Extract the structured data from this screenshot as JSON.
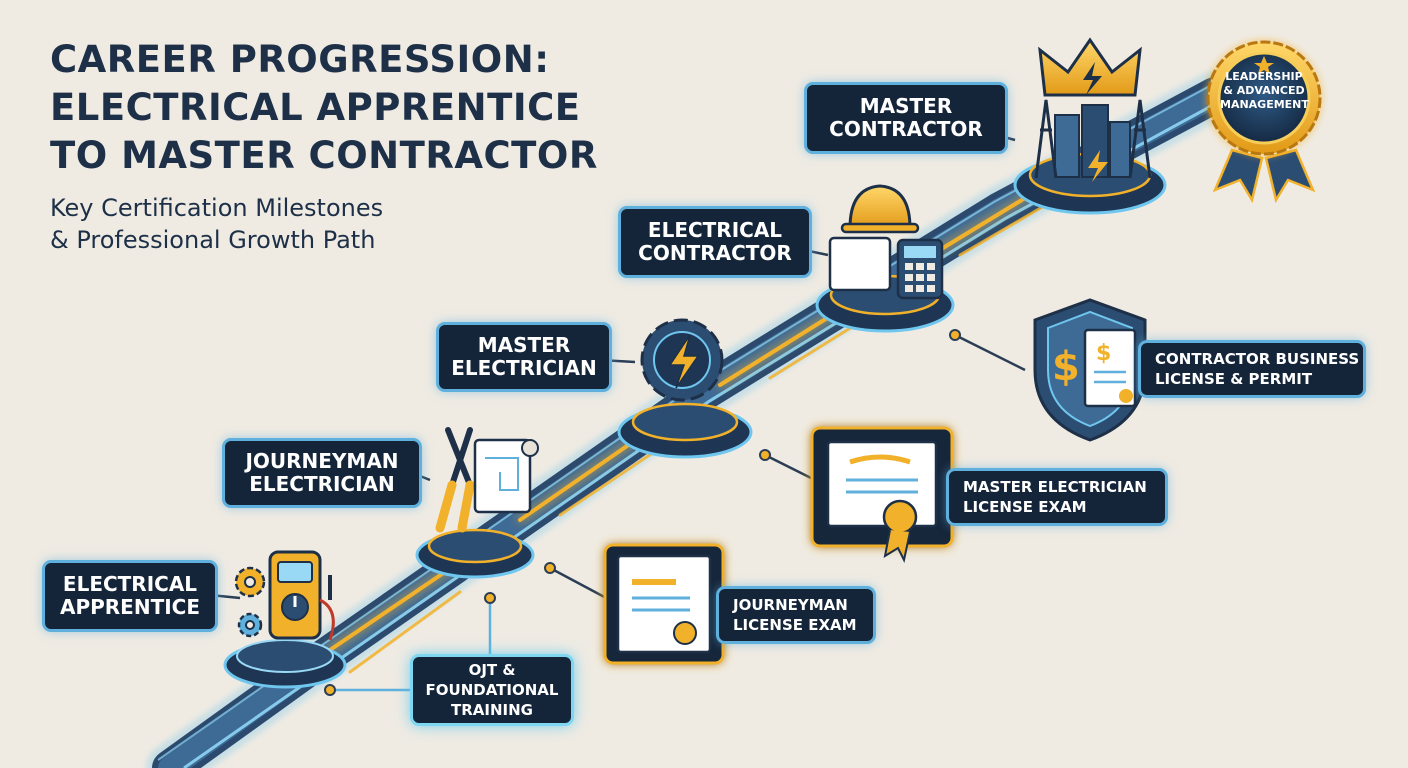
{
  "title": [
    "CAREER PROGRESSION:",
    "ELECTRICAL APPRENTICE",
    "TO MASTER CONTRACTOR"
  ],
  "subtitle": [
    "Key Certification Milestones",
    "& Professional Growth Path"
  ],
  "roles": {
    "apprentice": [
      "ELECTRICAL",
      "APPRENTICE"
    ],
    "journeyman": [
      "JOURNEYMAN",
      "ELECTRICIAN"
    ],
    "master_electrician": [
      "MASTER",
      "ELECTRICIAN"
    ],
    "electrical_contractor": [
      "ELECTRICAL",
      "CONTRACTOR"
    ],
    "master_contractor": [
      "MASTER",
      "CONTRACTOR"
    ]
  },
  "certifications": {
    "ojt": [
      "OJT &",
      "FOUNDATIONAL",
      "TRAINING"
    ],
    "journeyman_exam": [
      "JOURNEYMAN",
      "LICENSE EXAM"
    ],
    "master_exam": [
      "MASTER ELECTRICIAN",
      "LICENSE EXAM"
    ],
    "business_license": [
      "CONTRACTOR BUSINESS",
      "LICENSE & PERMIT"
    ]
  },
  "badge": [
    "LEADERSHIP",
    "& ADVANCED",
    "MANAGEMENT"
  ],
  "icons": [
    "gear-icon",
    "multimeter-icon",
    "pliers-icon",
    "blueprint-icon",
    "lightning-gear-icon",
    "hard-hat-icon",
    "calculator-icon",
    "crown-icon",
    "city-power-icon",
    "certificate-icon",
    "diploma-icon",
    "shield-dollar-icon",
    "ribbon-badge-icon"
  ],
  "colors": {
    "background": "#efebe3",
    "navy": "#14253a",
    "cyan": "#5fb0dc",
    "gold": "#f2b12a"
  }
}
